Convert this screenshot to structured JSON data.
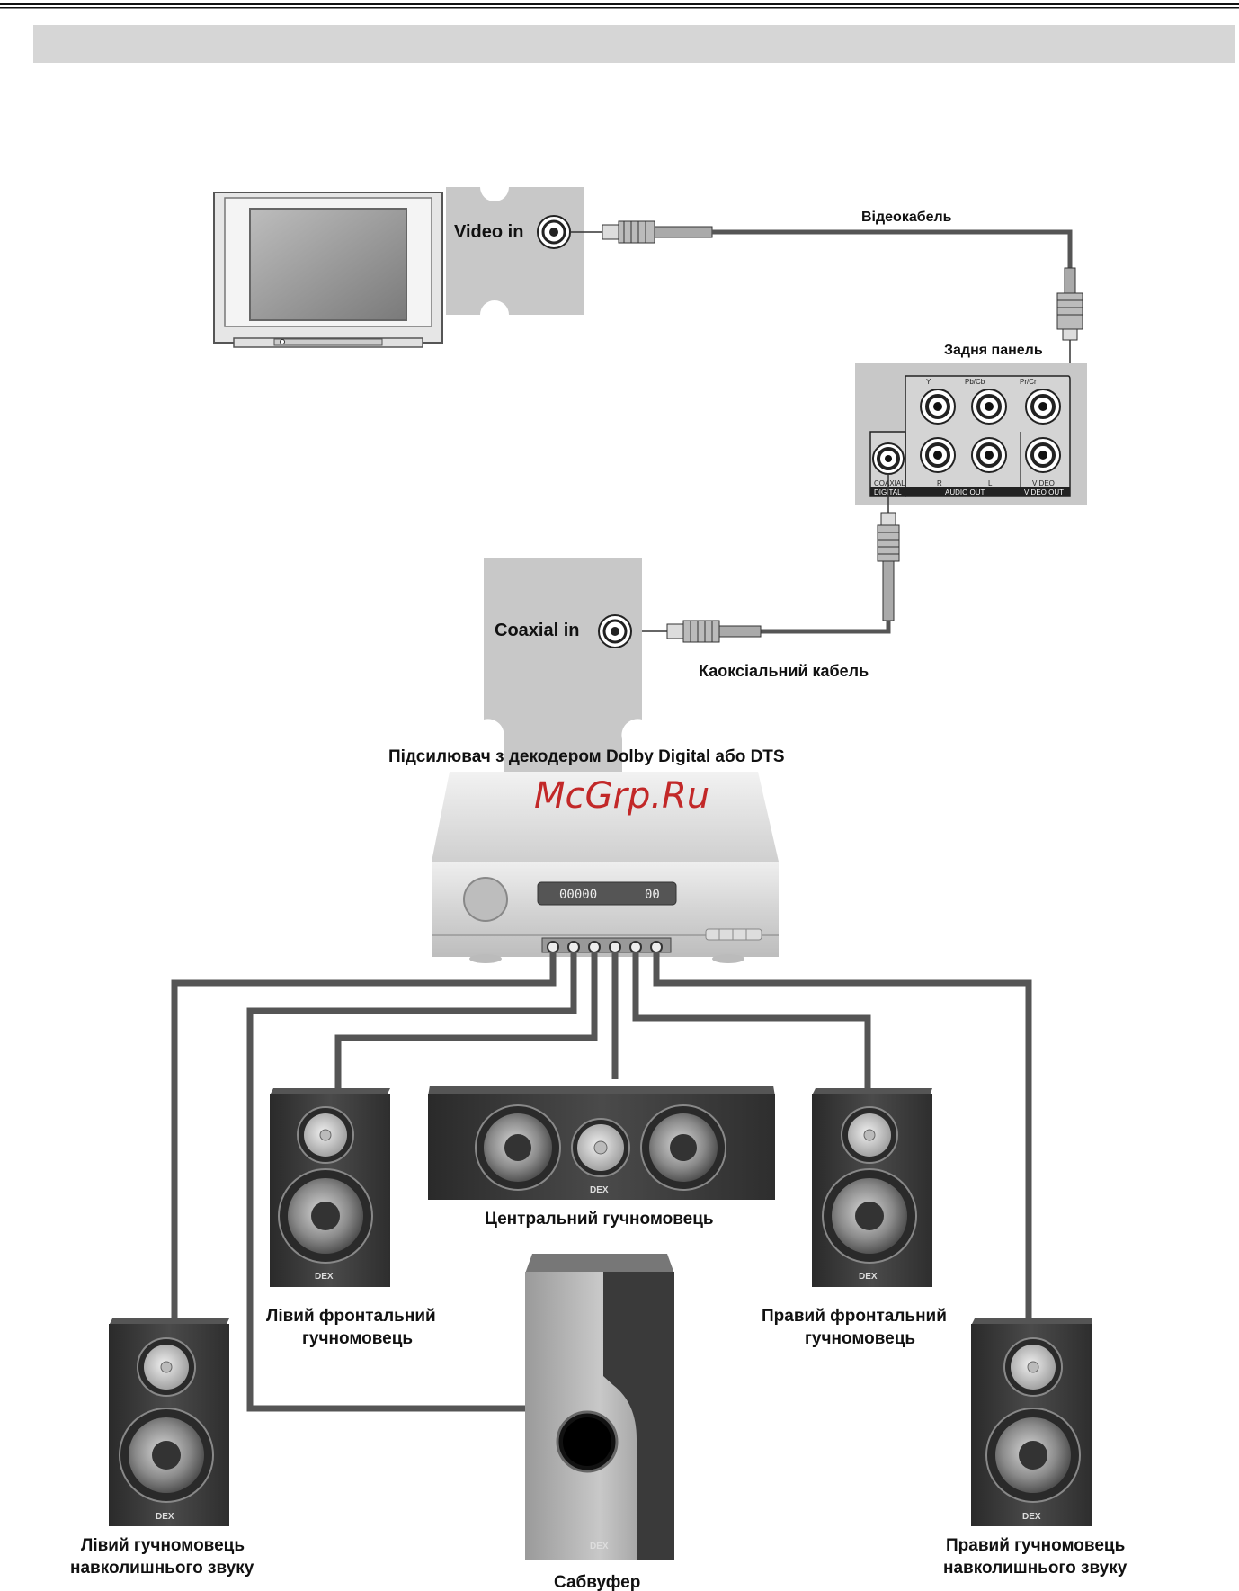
{
  "header_bar": "",
  "tv": {
    "input_label": "Video in"
  },
  "video_cable_label": "Відеокабель",
  "rear_panel": {
    "title": "Задня панель",
    "jack_labels_top": [
      "Y",
      "Pb/Cb",
      "Pr/Cr"
    ],
    "jack_labels_bottom": [
      "COAXIAL",
      "R",
      "L",
      "VIDEO"
    ],
    "group_labels": [
      "DIGITAL",
      "AUDIO OUT",
      "VIDEO OUT"
    ]
  },
  "amplifier": {
    "input_label": "Coaxial in",
    "title": "Підсилювач з декодером Dolby Digital або DTS",
    "display_main": "00000",
    "display_right": "00"
  },
  "coaxial_cable_label": "Каоксіальний кабель",
  "watermark": "McGrp.Ru",
  "brand": "DEX",
  "speakers": {
    "center": "Центральний гучномовець",
    "front_left_line1": "Лівий фронтальний",
    "front_left_line2": "гучномовець",
    "front_right_line1": "Правий фронтальний",
    "front_right_line2": "гучномовець",
    "surround_left_line1": "Лівий гучномовець",
    "surround_left_line2": "навколишнього звуку",
    "surround_right_line1": "Правий гучномовець",
    "surround_right_line2": "навколишнього звуку",
    "subwoofer": "Сабвуфер"
  },
  "colors": {
    "header_gray": "#d6d6d6",
    "panel_gray": "#c8c8c8",
    "cable_gray": "#555555",
    "speaker_dark": "#3a3a3a",
    "watermark_red": "#c22828"
  }
}
